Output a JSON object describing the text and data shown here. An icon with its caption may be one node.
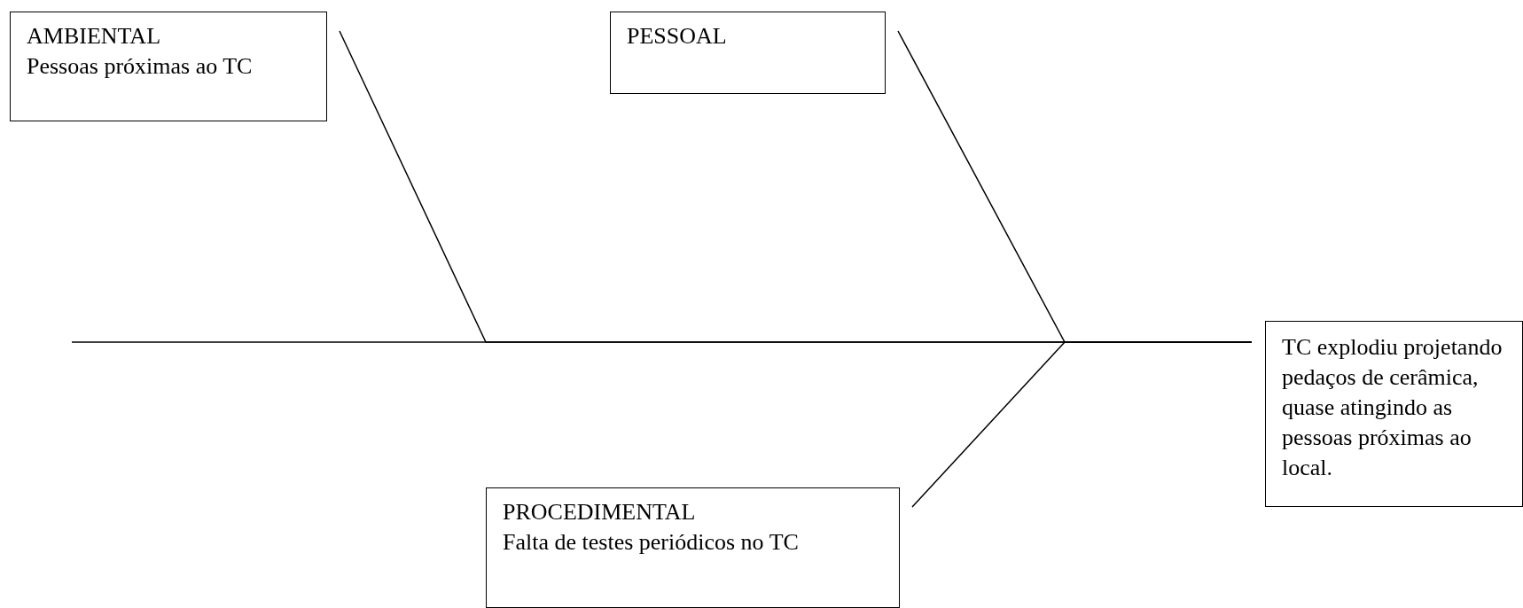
{
  "diagram": {
    "nodes": [
      {
        "text": [
          "AMBIENTAL",
          "Pessoas próximas ao TC"
        ]
      },
      {
        "text": [
          "PESSOAL"
        ]
      },
      {
        "text": [
          "PROCEDIMENTAL",
          "Falta de testes periódicos no TC"
        ]
      },
      {
        "text": [
          "TC explodiu projetando pedaços de cerâmica, quase atingindo as pessoas próximas ao local."
        ]
      }
    ],
    "edges": [
      {
        "from": 0,
        "to": 3,
        "arrow": "none"
      },
      {
        "from": 1,
        "to": 3,
        "arrow": "none"
      },
      {
        "from": 2,
        "to": 3,
        "arrow": "none"
      },
      {
        "from": null,
        "to": 3,
        "arrow": "none"
      }
    ]
  }
}
